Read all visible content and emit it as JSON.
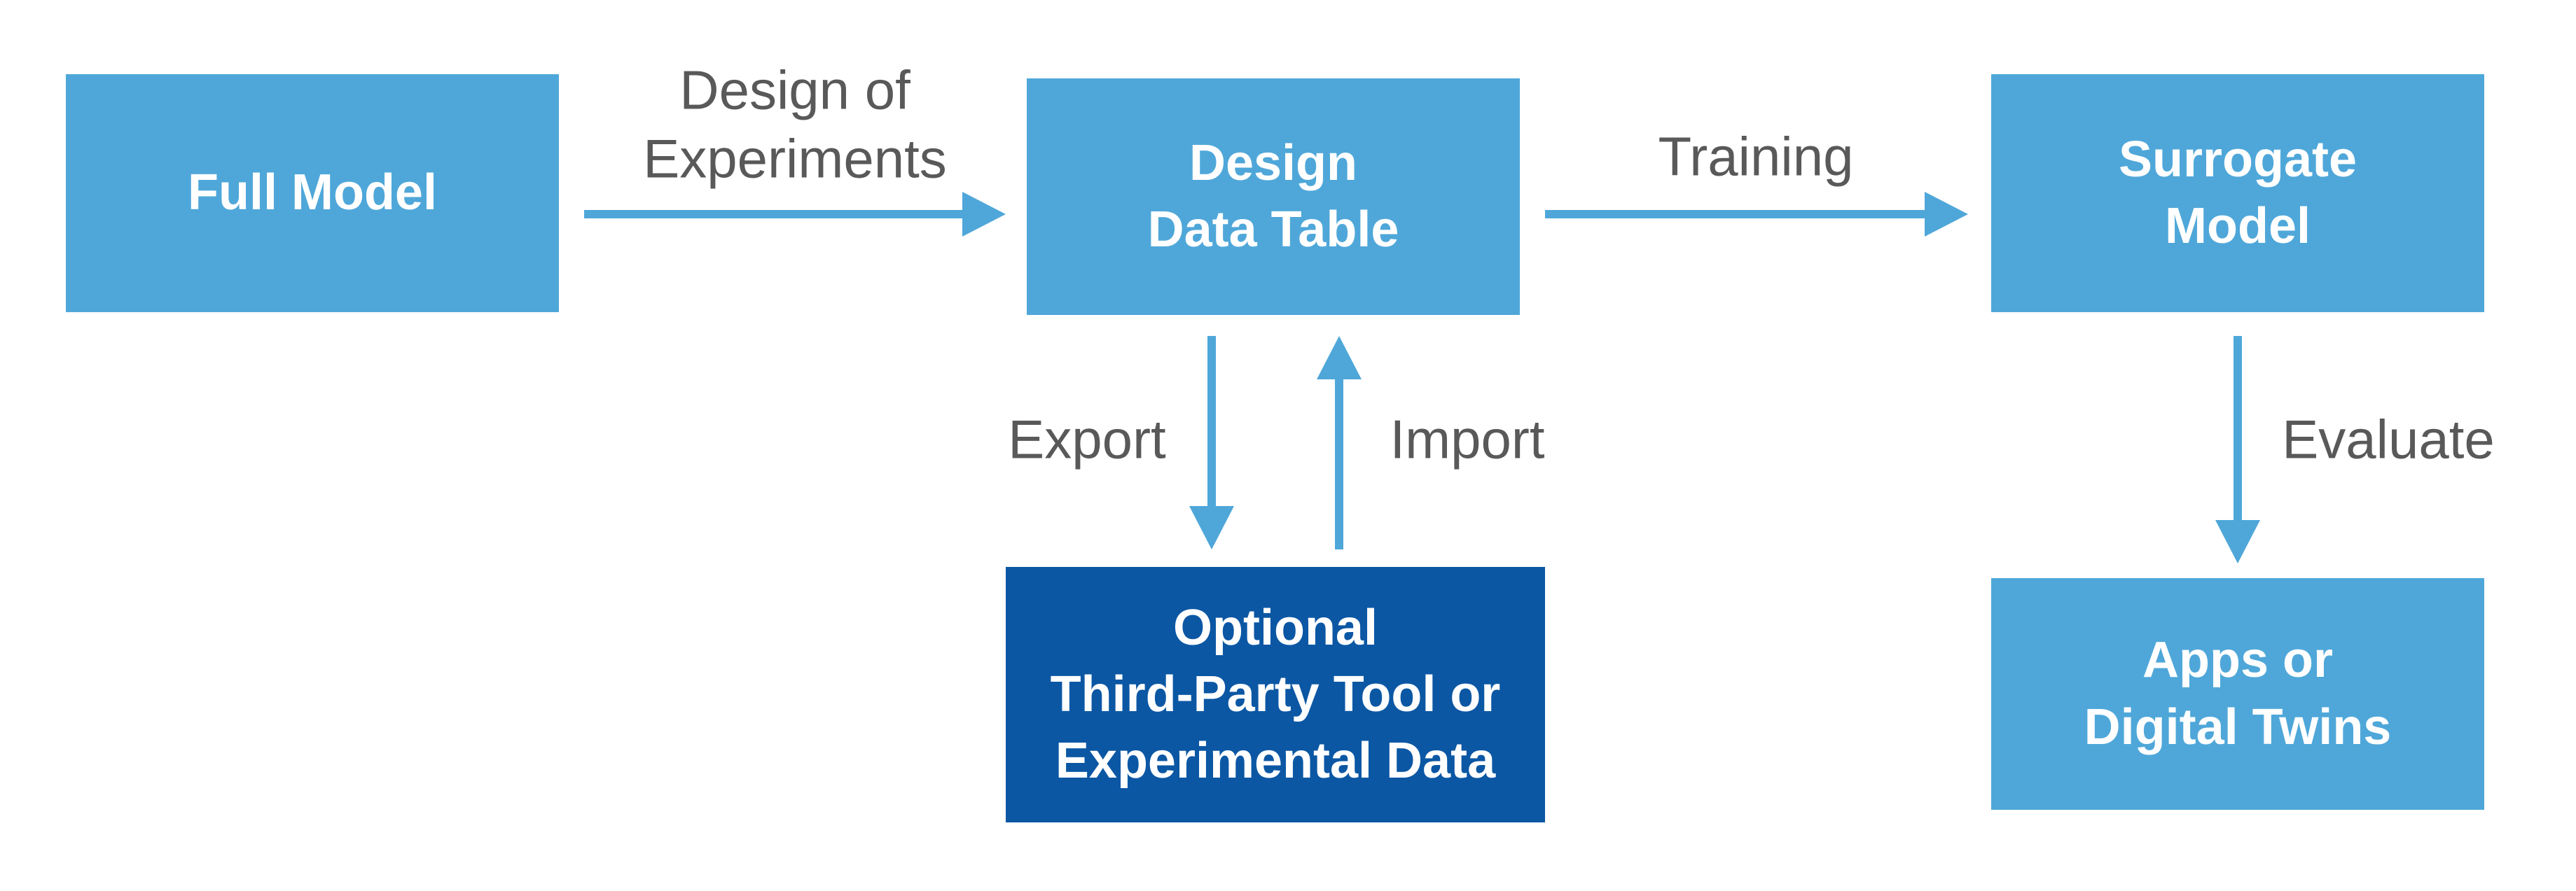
{
  "page": {
    "background": "#FFFFFF"
  },
  "diagram": {
    "colors": {
      "node_fill": "#4FA7D9",
      "node_dark_fill": "#0B57A4",
      "node_text": "#FFFFFF",
      "edge_label_text": "#595959",
      "arrow": "#4FA7D9"
    },
    "nodes": {
      "full_model": {
        "label": "Full Model"
      },
      "design_data_table": {
        "label": "Design\nData Table"
      },
      "surrogate_model": {
        "label": "Surrogate\nModel"
      },
      "optional_third_party": {
        "label": "Optional\nThird-Party Tool or\nExperimental Data"
      },
      "apps_digital_twins": {
        "label": "Apps or\nDigital Twins"
      }
    },
    "edges": {
      "design_of_experiments": {
        "label": "Design of\nExperiments",
        "from": "full_model",
        "to": "design_data_table",
        "direction": "right"
      },
      "training": {
        "label": "Training",
        "from": "design_data_table",
        "to": "surrogate_model",
        "direction": "right"
      },
      "export": {
        "label": "Export",
        "from": "design_data_table",
        "to": "optional_third_party",
        "direction": "down"
      },
      "import": {
        "label": "Import",
        "from": "optional_third_party",
        "to": "design_data_table",
        "direction": "up"
      },
      "evaluate": {
        "label": "Evaluate",
        "from": "surrogate_model",
        "to": "apps_digital_twins",
        "direction": "down"
      }
    }
  }
}
